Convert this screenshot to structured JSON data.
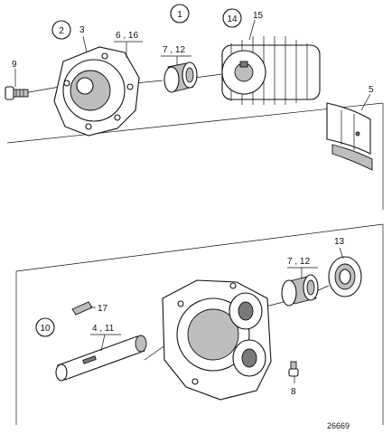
{
  "circled_labels": [
    "1",
    "2",
    "14",
    "10"
  ],
  "part_labels": {
    "p3": "3",
    "p6_16": "6 , 16",
    "p7_12_top": "7 , 12",
    "p15": "15",
    "p9": "9",
    "p5": "5",
    "p13": "13",
    "p7_12_bottom": "7 , 12",
    "p17": "17",
    "p4_11": "4 , 11",
    "p8": "8"
  },
  "drawing_number": "26669"
}
